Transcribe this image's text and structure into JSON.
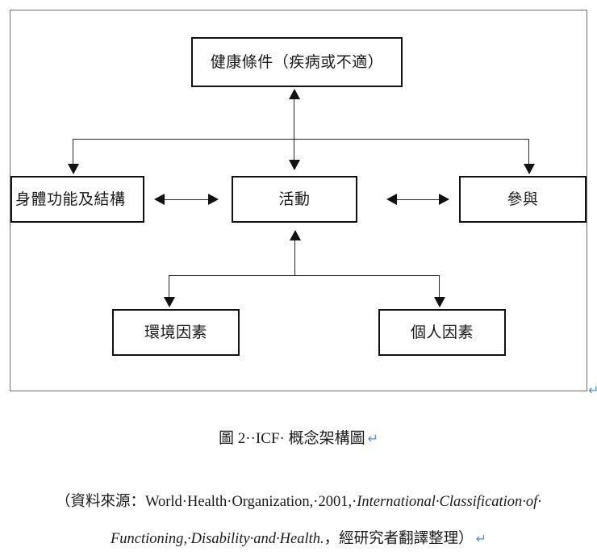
{
  "document": {
    "type": "figure-with-caption",
    "background_color": "#ffffff",
    "frame_border_color": "#6e6e6e",
    "node_border_color": "#111111",
    "connector_color": "#2a2a2a",
    "pilcrow_color": "#4a90d9",
    "pilcrow_glyph": "↵"
  },
  "diagram": {
    "title": "ICF 概念架構圖",
    "nodes": [
      {
        "id": "health",
        "label": "健康條件（疾病或不適）"
      },
      {
        "id": "body",
        "label": "身體功能及結構"
      },
      {
        "id": "activity",
        "label": "活動"
      },
      {
        "id": "participation",
        "label": "參與"
      },
      {
        "id": "environment",
        "label": "環境因素"
      },
      {
        "id": "personal",
        "label": "個人因素"
      }
    ],
    "connectors": [
      {
        "id": "health-activity",
        "from": "health",
        "to": "activity",
        "style": "double-arrow-vertical"
      },
      {
        "id": "health-to-body",
        "from": "health",
        "to": "body",
        "style": "elbow-arrow-down"
      },
      {
        "id": "health-to-participation",
        "from": "health",
        "to": "participation",
        "style": "elbow-arrow-down"
      },
      {
        "id": "body-activity",
        "from": "body",
        "to": "activity",
        "style": "double-arrow-horizontal"
      },
      {
        "id": "activity-participation",
        "from": "activity",
        "to": "participation",
        "style": "double-arrow-horizontal"
      },
      {
        "id": "factors-to-activity",
        "from": "activity",
        "to": "environment-and-personal",
        "style": "elbow-arrow-split"
      }
    ]
  },
  "caption": {
    "prefix": "圖 2",
    "text": "圖 2··ICF· 概念架構圖",
    "pilcrow": "↵"
  },
  "source_note": {
    "line1_plain_start": "（資料來源：World·Health·Organization,·2001,·",
    "line1_italic": "International·Classification·of·",
    "line2_italic": "Functioning,·Disability·and·Health.",
    "line2_plain_end": "，經研究者翻譯整理）",
    "pilcrow": "↵"
  }
}
